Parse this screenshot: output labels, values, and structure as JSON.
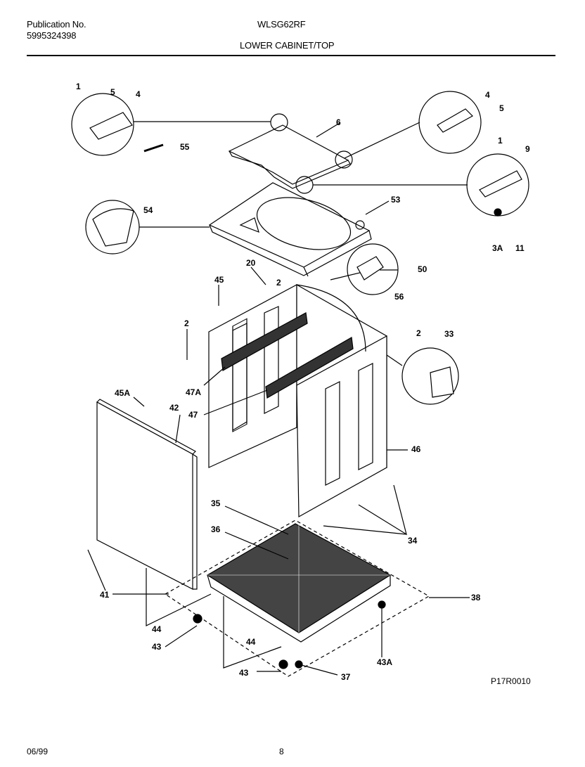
{
  "header": {
    "publication_label": "Publication No.",
    "publication_number": "5995324398",
    "model": "WLSG62RF",
    "section_title": "LOWER CABINET/TOP"
  },
  "diagram": {
    "code": "P17R0010",
    "callouts": [
      "1",
      "5",
      "4",
      "55",
      "6",
      "4",
      "5",
      "1",
      "9",
      "54",
      "53",
      "3A",
      "11",
      "50",
      "56",
      "20",
      "45",
      "2",
      "2",
      "33",
      "2",
      "47A",
      "47",
      "45A",
      "42",
      "46",
      "35",
      "36",
      "34",
      "34",
      "41",
      "38",
      "44",
      "43",
      "44",
      "43",
      "43A",
      "37"
    ]
  },
  "footer": {
    "date": "06/99",
    "page": "8"
  }
}
